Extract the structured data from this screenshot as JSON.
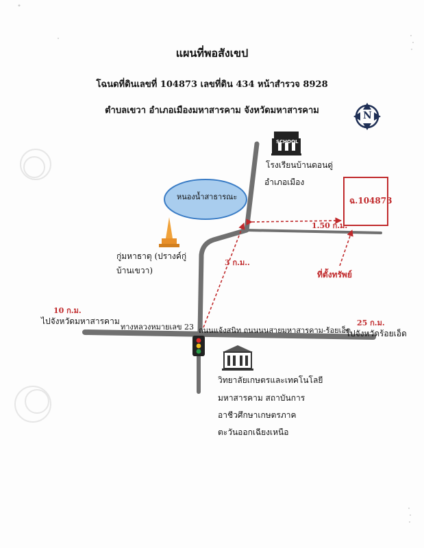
{
  "title": "แผนที่พอสังเขป",
  "deed_line": "โฉนดที่ดินเลขที่ 104873 เลขที่ดิน 434 หน้าสำรวจ 8928",
  "location_line": "ตำบลเขวา อำเภอเมืองมหาสารคาม จังหวัดมหาสารคาม",
  "compass": {
    "letter": "N",
    "icon": "north-compass-icon"
  },
  "school": {
    "sign": "SCHOOL",
    "name": "โรงเรียนบ้านดอนดู่",
    "district": "อำเภอเมือง",
    "icon": "school-building-icon"
  },
  "pond": {
    "label": "หนองน้ำสาธารณะ",
    "color": "#a9cdee"
  },
  "pagoda": {
    "line1": "กู่มหาธาตุ (ปรางค์กู่",
    "line2": "บ้านเขวา)",
    "icon": "pagoda-icon"
  },
  "parcel": {
    "label": "ฉ.104873",
    "color": "#c0292b"
  },
  "distances": {
    "branch": "1.50 ก.ม.",
    "side_road": "3 ก.ม..",
    "left": "10 ก.ม.",
    "right": "25 ก.ม."
  },
  "property_label": "ที่ตั้งทรัพย์",
  "directions": {
    "left": "ไปจังหวัดมหาสารคาม",
    "right": "ไปจังหวัดร้อยเอ็ด"
  },
  "roads": {
    "highway": "ทางหลวงหมายเลข 23",
    "street": "ถนนแจ้งสนิท ถนนนนสายมหาสารคาม-ร้อยเอ็ด"
  },
  "college": {
    "line1": "วิทยาลัยเกษตรและเทคโนโลยี",
    "line2": "มหาสารคาม สถาบันการ",
    "line3": "อาชีวศึกษาเกษตรภาค",
    "line4": "ตะวันออกเฉียงเหนือ",
    "icon": "college-building-icon"
  },
  "traffic_light": {
    "icon": "traffic-light-icon"
  },
  "colors": {
    "road": "#707070",
    "arrow": "#c0292b",
    "ink": "#111111"
  }
}
